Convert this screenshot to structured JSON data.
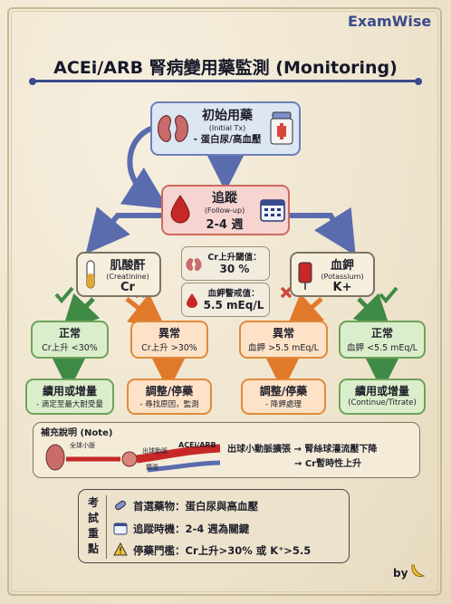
{
  "brand": "ExamWise",
  "title": "ACEi/ARB 腎病變用藥監測 (Monitoring)",
  "initial": {
    "title": "初始用藥",
    "sub": "(Initial Tx)",
    "desc": "- 蛋白尿/高血壓"
  },
  "follow": {
    "title": "追蹤",
    "sub": "(Follow-up)",
    "period": "2-4 週"
  },
  "creatinine": {
    "title": "肌酸酐",
    "sub": "(Creatinine)",
    "abbr": "Cr"
  },
  "potassium": {
    "title": "血鉀",
    "sub": "(Potassium)",
    "abbr": "K+"
  },
  "cr_threshold": {
    "label": "Cr上升閾值：",
    "value": "30 %"
  },
  "k_threshold": {
    "label": "血鉀警戒值：",
    "value": "5.5 mEq/L"
  },
  "outcomes": [
    {
      "status": "正常",
      "condition": "Cr上升 <30%",
      "action": "續用或增量",
      "detail": "- 滴定至最大耐受量"
    },
    {
      "status": "異常",
      "condition": "Cr上升 >30%",
      "action": "調整/停藥",
      "detail": "- 尋找原因，監測"
    },
    {
      "status": "異常",
      "condition": "血鉀 >5.5 mEq/L",
      "action": "調整/停藥",
      "detail": "- 降鉀處理"
    },
    {
      "status": "正常",
      "condition": "血鉀 <5.5 mEq/L",
      "action": "續用或增量",
      "detail": "(Continue/Titrate)"
    }
  ],
  "note": {
    "title": "補充說明 (Note)",
    "afferent": "全球小脈",
    "efferent": "出球動脈",
    "dilate": "擴張",
    "drug": "ACEi/ARB",
    "line1": "出球小動脈擴張 → 腎絲球灌流壓下降",
    "line2": "→ Cr暫時性上升"
  },
  "exam": {
    "label": [
      "考",
      "試",
      "重",
      "點"
    ],
    "items": [
      {
        "icon": "pill-icon",
        "text": "首選藥物：蛋白尿與高血壓"
      },
      {
        "icon": "calendar-icon",
        "text": "追蹤時機：2-4 週為關鍵"
      },
      {
        "icon": "warning-icon",
        "text": "停藥門檻：Cr上升>30% 或 K⁺>5.5"
      }
    ]
  },
  "byline": "by"
}
